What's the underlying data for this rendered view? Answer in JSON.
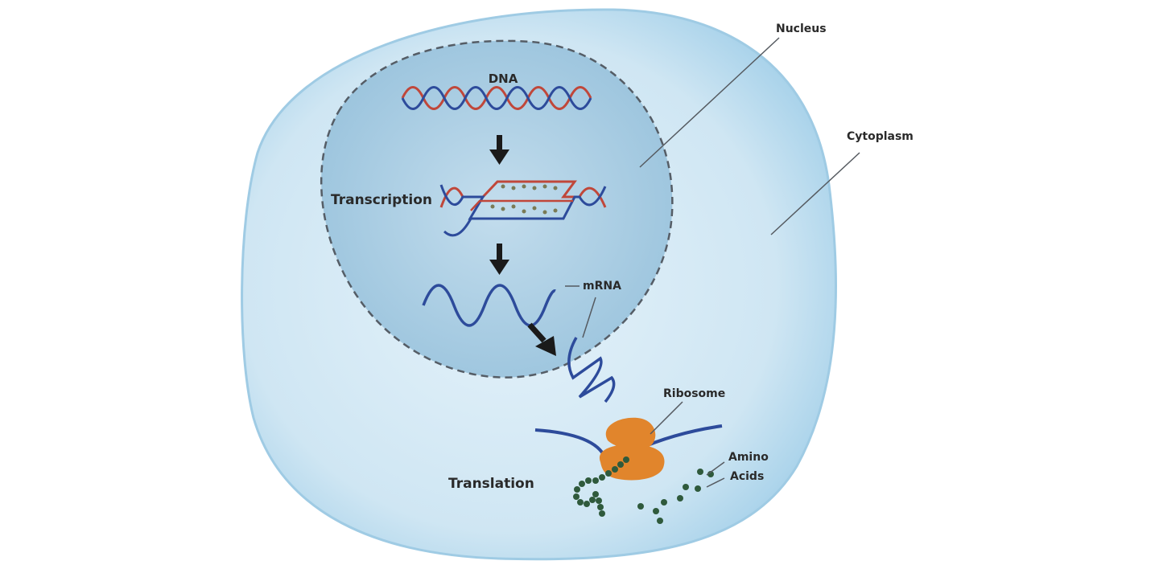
{
  "labels": {
    "dna": "DNA",
    "nucleus": "Nucleus",
    "cytoplasm": "Cytoplasm",
    "transcription": "Transcription",
    "mrna": "mRNA",
    "ribosome": "Ribosome",
    "amino_line1": "Amino",
    "amino_line2": "Acids",
    "translation": "Translation"
  },
  "colors": {
    "cell_fill": "#cfe6f3",
    "cell_outline": "#9fcbe4",
    "nucleus_fill": "#a9cde2",
    "dna_red": "#c0473a",
    "dna_blue": "#2d4b9b",
    "ribosome": "#e1852c",
    "amino_acid": "#2f5a3c",
    "arrow": "#1a1a1a"
  }
}
